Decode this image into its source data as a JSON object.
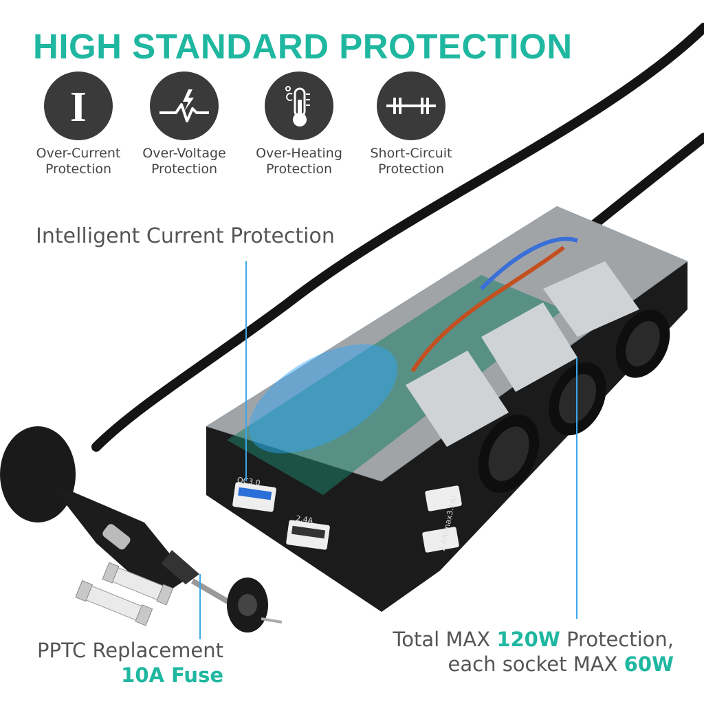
{
  "headline": "HIGH STANDARD PROTECTION",
  "features": [
    {
      "line1": "Over-Current",
      "line2": "Protection",
      "icon": "current-i-icon"
    },
    {
      "line1": "Over-Voltage",
      "line2": "Protection",
      "icon": "voltage-spike-icon"
    },
    {
      "line1": "Over-Heating",
      "line2": "Protection",
      "icon": "thermometer-icon"
    },
    {
      "line1": "Short-Circuit",
      "line2": "Protection",
      "icon": "short-circuit-icon"
    }
  ],
  "callouts": {
    "main": "Intelligent Current Protection",
    "fuse_line1": "PPTC Replacement",
    "fuse_line2": "10A Fuse",
    "total_prefix": "Total MAX ",
    "total_value": "120W",
    "total_suffix": " Protection,",
    "socket_prefix": "each socket MAX ",
    "socket_value": "60W"
  },
  "device_labels": {
    "qc": "QC3.0",
    "port_a": "2.4A",
    "port_b": "2.4A(max3.1A)"
  },
  "colors": {
    "accent": "#1fb7a0",
    "pointer": "#3aa7e8",
    "icon_bg": "#3a3a3a"
  }
}
